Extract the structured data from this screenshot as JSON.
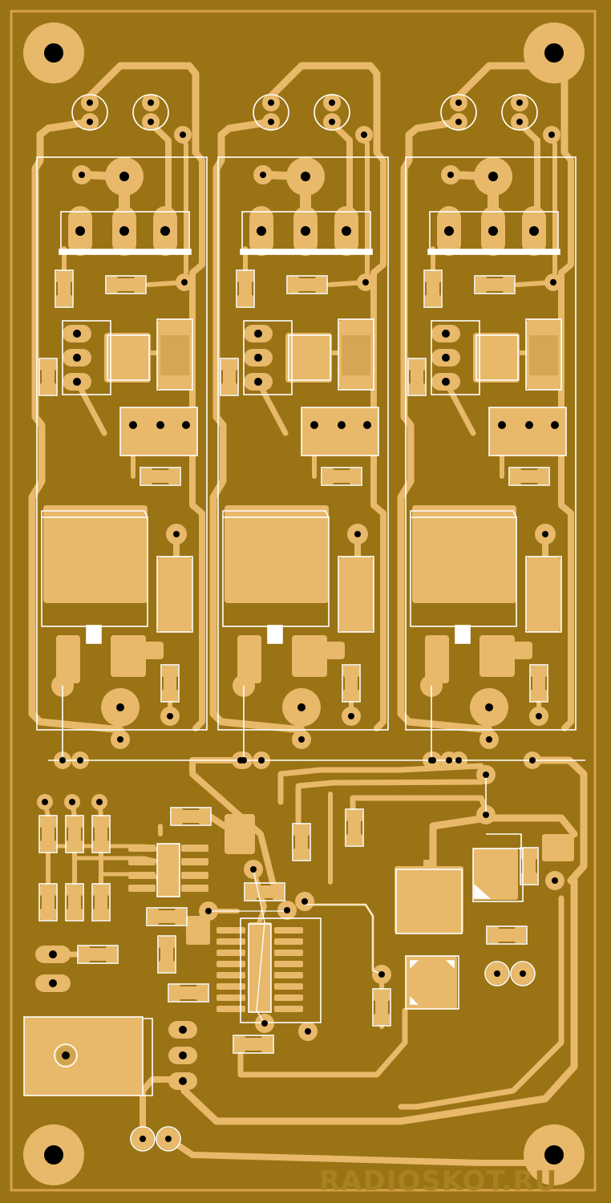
{
  "board": {
    "watermark": "RADIOSKOT.RU"
  },
  "colors": {
    "substrate": "#9a7314",
    "copper": "#e8b96a",
    "drill": "#000000",
    "silkscreen": "#ffffff",
    "watermark": "#a7821f"
  },
  "layers": [
    "substrate",
    "copper",
    "silkscreen",
    "drill"
  ],
  "features": {
    "mounting_holes": 4,
    "channel_blocks": 3
  }
}
